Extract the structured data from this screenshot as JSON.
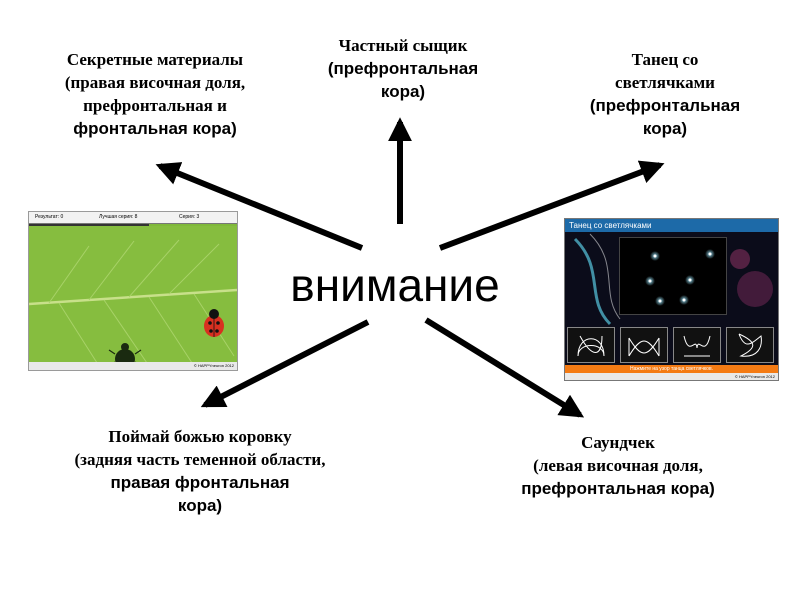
{
  "center": {
    "text": "внимание"
  },
  "nodes": {
    "top_left": {
      "lines": [
        "Секретные материалы",
        "(правая височная доля,",
        "префронтальная и",
        "фронтальная кора)"
      ]
    },
    "top": {
      "lines": [
        "Частный сыщик",
        "(префронтальная",
        "кора)"
      ]
    },
    "top_right": {
      "lines": [
        "Танец со",
        "светлячками",
        "(префронтальная",
        "кора)"
      ]
    },
    "bottom_left": {
      "lines": [
        "Поймай божью коровку",
        "(задняя часть теменной области,",
        "правая фронтальная",
        "кора)"
      ]
    },
    "bottom_right": {
      "lines": [
        "Саундчек",
        "(левая височная доля,",
        "префронтальная кора)"
      ]
    }
  },
  "ladybug_game": {
    "score": "Результат: 0",
    "best_streak": "Лучшая серия: 8",
    "streak": "Серия: 3",
    "footer": "© HAPPYneuron 2012"
  },
  "firefly_game": {
    "title": "Танец со светлячками",
    "hint": "Нажмите на узор танца светлячков.",
    "footer": "© HAPPYneuron 2012"
  }
}
